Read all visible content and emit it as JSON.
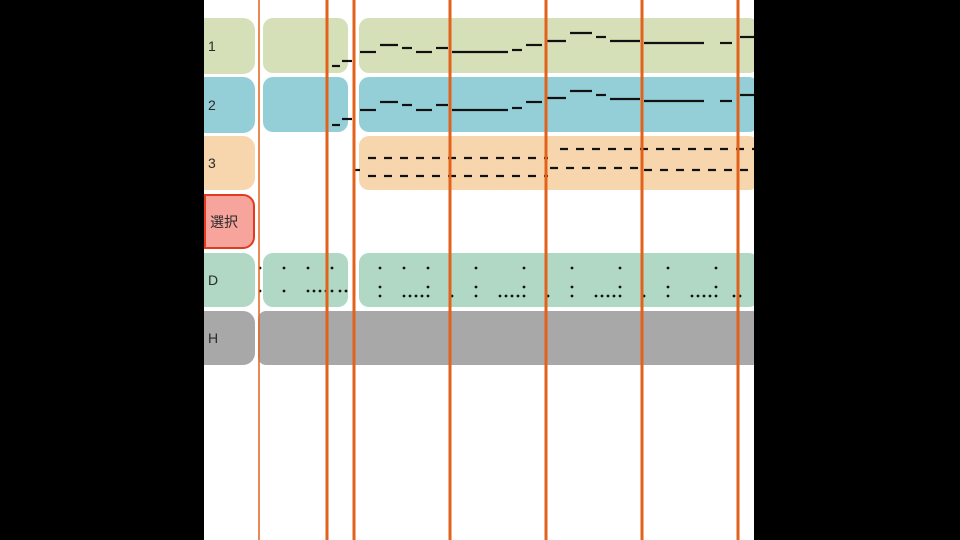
{
  "tracks": [
    {
      "id": "1",
      "label": "1",
      "color": "#d5dfb8"
    },
    {
      "id": "2",
      "label": "2",
      "color": "#94cfd8"
    },
    {
      "id": "3",
      "label": "3",
      "color": "#f7d6ad"
    },
    {
      "id": "select",
      "label": "選択",
      "color": "#f6a49c",
      "border": "#e23a1f"
    },
    {
      "id": "D",
      "label": "D",
      "color": "#b0d8c5"
    },
    {
      "id": "H",
      "label": "H",
      "color": "#a8a8a8"
    }
  ],
  "colors": {
    "barline": "#e2621b",
    "note": "#111111",
    "background": "#ffffff",
    "letterbox": "#000000"
  }
}
